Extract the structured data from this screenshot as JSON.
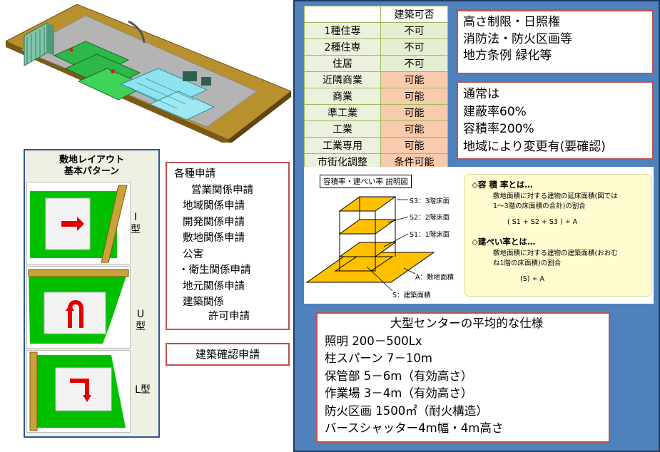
{
  "layout_patterns": {
    "title_line1": "敷地レイアウト",
    "title_line2": "基本パターン",
    "items": [
      {
        "label_line1": "I",
        "label_line2": "型"
      },
      {
        "label_line1": "U",
        "label_line2": "型"
      },
      {
        "label_line1": "L型",
        "label_line2": ""
      }
    ]
  },
  "permits": {
    "title": "各種申請",
    "items": [
      "営業関係申請",
      "地域関係申請",
      "開発関係申請",
      "敷地関係申請",
      "公害",
      "・衛生関係申請",
      "地元関係申請",
      "建築関係",
      "許可申請"
    ],
    "confirmation": "建築確認申請"
  },
  "zoning_table": {
    "header": "建築可否",
    "rows": [
      {
        "zone": "1種住専",
        "value": "不可",
        "status": "no"
      },
      {
        "zone": "2種住専",
        "value": "不可",
        "status": "no"
      },
      {
        "zone": "住居",
        "value": "不可",
        "status": "no"
      },
      {
        "zone": "近隣商業",
        "value": "可能",
        "status": "yes"
      },
      {
        "zone": "商業",
        "value": "可能",
        "status": "yes"
      },
      {
        "zone": "準工業",
        "value": "可能",
        "status": "yes"
      },
      {
        "zone": "工業",
        "value": "可能",
        "status": "yes"
      },
      {
        "zone": "工業専用",
        "value": "可能",
        "status": "yes"
      },
      {
        "zone": "市街化調整",
        "value": "条件可能",
        "status": "yes"
      }
    ]
  },
  "regulations": {
    "lines": [
      "高さ制限・日照権",
      "消防法・防火区画等",
      "地方条例  緑化等"
    ]
  },
  "ratios": {
    "lines": [
      "通常は",
      "建蔽率60%",
      "容積率200%",
      "地域により変更有(要確認)"
    ]
  },
  "diagram": {
    "caption": "容積率・建ぺい率 説明図",
    "floor_labels": [
      "S3：3階床面",
      "S2：2階床面",
      "S1：1階床面"
    ],
    "site_area_label": "A：敷地面積",
    "building_area_label": "S：建築面積",
    "floor_area_ratio": {
      "heading": "◇容 積 率とは…",
      "text_line1": "敷地面積に対する建物の延床面積(図では",
      "text_line2": "1～3階の床面積の合計)の割合",
      "formula": "( S1 + S2 + S3 ) ÷ A"
    },
    "coverage_ratio": {
      "heading": "◇建ぺい率とは…",
      "text_line1": "敷地面積に対する建物の建築面積(おおむ",
      "text_line2": "ね1階の床面積)の割合",
      "formula": "(S)  ÷  A"
    }
  },
  "spec": {
    "title": "大型センターの平均的な仕様",
    "lines": [
      "照明  200－500Lx",
      "柱スパーン  7－10m",
      "保管部  5－6m（有効高さ）",
      "作業場  3－4m（有効高さ）",
      "防火区画  1500㎡（耐火構造）",
      "バースシャッター4m幅・4m高さ"
    ]
  },
  "colors": {
    "panel_blue": "#4f81bd",
    "box_red": "#c0504d",
    "lawn_green": "#00c000",
    "floor_yellow": "#ffc000",
    "arrow_red": "#e00000",
    "allowed": "#f8cbad",
    "not_allowed": "#e4efd2"
  }
}
